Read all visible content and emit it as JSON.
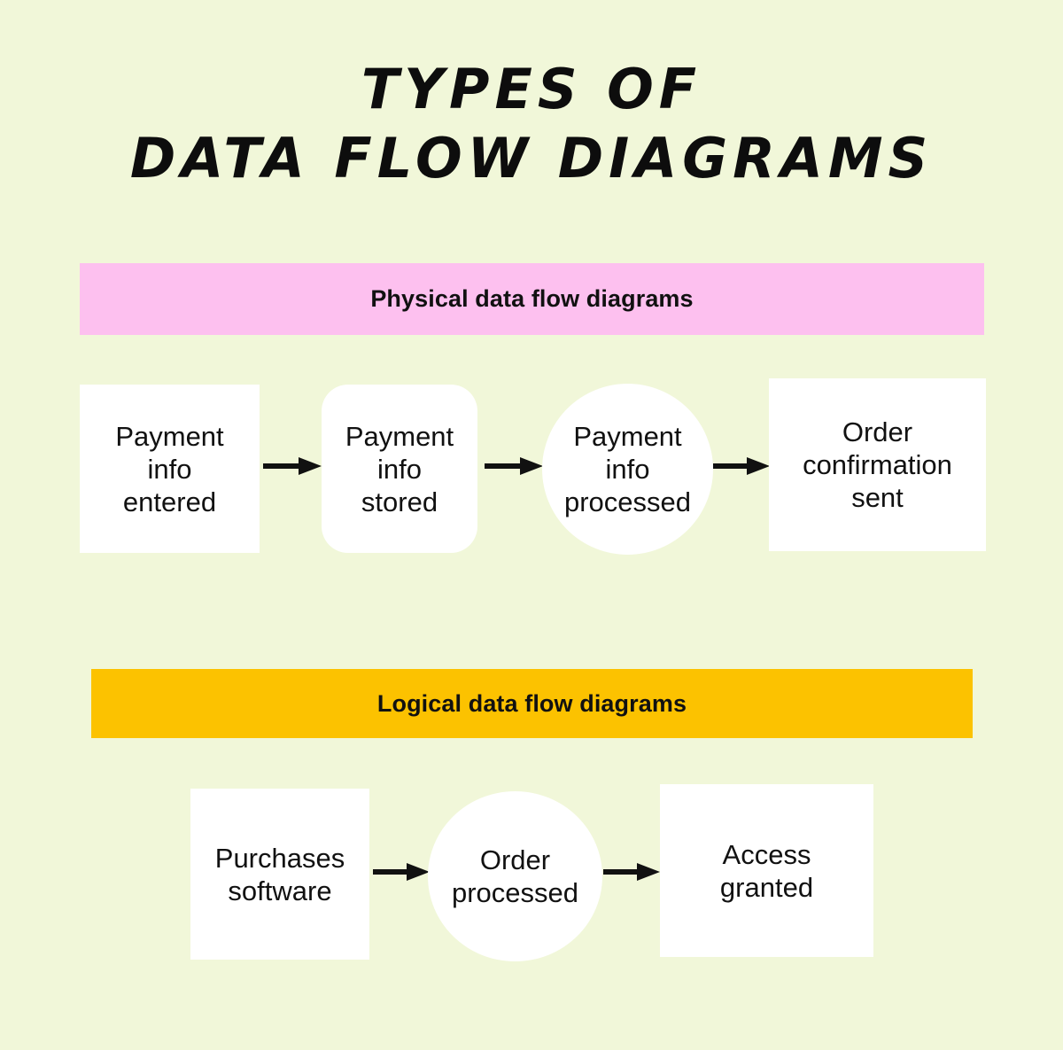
{
  "page": {
    "background_color": "#f1f7d9",
    "title_line_1": "Types of",
    "title_line_2": "data flow diagrams",
    "title_color": "#0d0d0d"
  },
  "sections": [
    {
      "id": "physical",
      "banner_label": "Physical data flow diagrams",
      "banner_color": "#fdc0ef",
      "nodes": [
        {
          "shape": "rect",
          "label": "Payment\ninfo\nentered"
        },
        {
          "shape": "rounded",
          "label": "Payment\ninfo\nstored"
        },
        {
          "shape": "circle",
          "label": "Payment\ninfo\nprocessed"
        },
        {
          "shape": "rect",
          "label": "Order\nconfirmation\nsent"
        }
      ],
      "arrows": 3
    },
    {
      "id": "logical",
      "banner_label": "Logical data flow diagrams",
      "banner_color": "#fcc200",
      "nodes": [
        {
          "shape": "rect",
          "label": "Purchases\nsoftware"
        },
        {
          "shape": "circle",
          "label": "Order\nprocessed"
        },
        {
          "shape": "rect",
          "label": "Access\ngranted"
        }
      ],
      "arrows": 2
    }
  ],
  "node_labels": {
    "p1_line1": "Payment",
    "p1_line2": "info",
    "p1_line3": "entered",
    "p2_line1": "Payment",
    "p2_line2": "info",
    "p2_line3": "stored",
    "p3_line1": "Payment",
    "p3_line2": "info",
    "p3_line3": "processed",
    "p4_line1": "Order",
    "p4_line2": "confirmation",
    "p4_line3": "sent",
    "l1_line1": "Purchases",
    "l1_line2": "software",
    "l2_line1": "Order",
    "l2_line2": "processed",
    "l3_line1": "Access",
    "l3_line2": "granted"
  },
  "arrow_icon": "arrow-right-icon"
}
